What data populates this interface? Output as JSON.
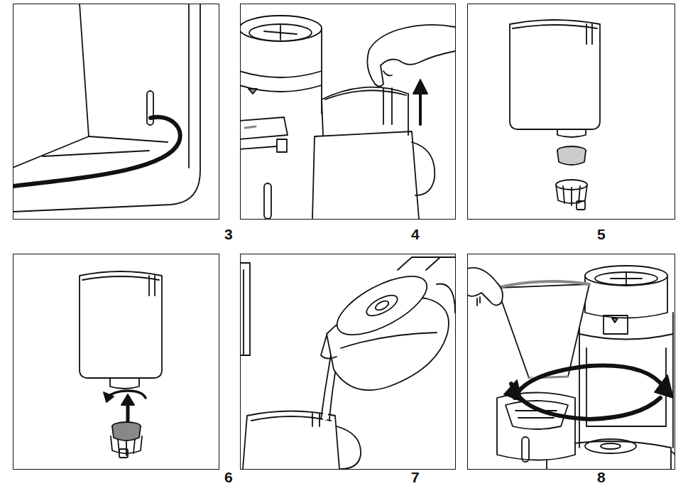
{
  "diagram": {
    "nodes": [
      {
        "text": [
          "3"
        ]
      },
      {
        "text": [
          "4"
        ]
      },
      {
        "text": [
          "5"
        ]
      },
      {
        "text": [
          "6"
        ]
      },
      {
        "text": [
          "7"
        ]
      },
      {
        "text": [
          "8"
        ]
      }
    ]
  }
}
